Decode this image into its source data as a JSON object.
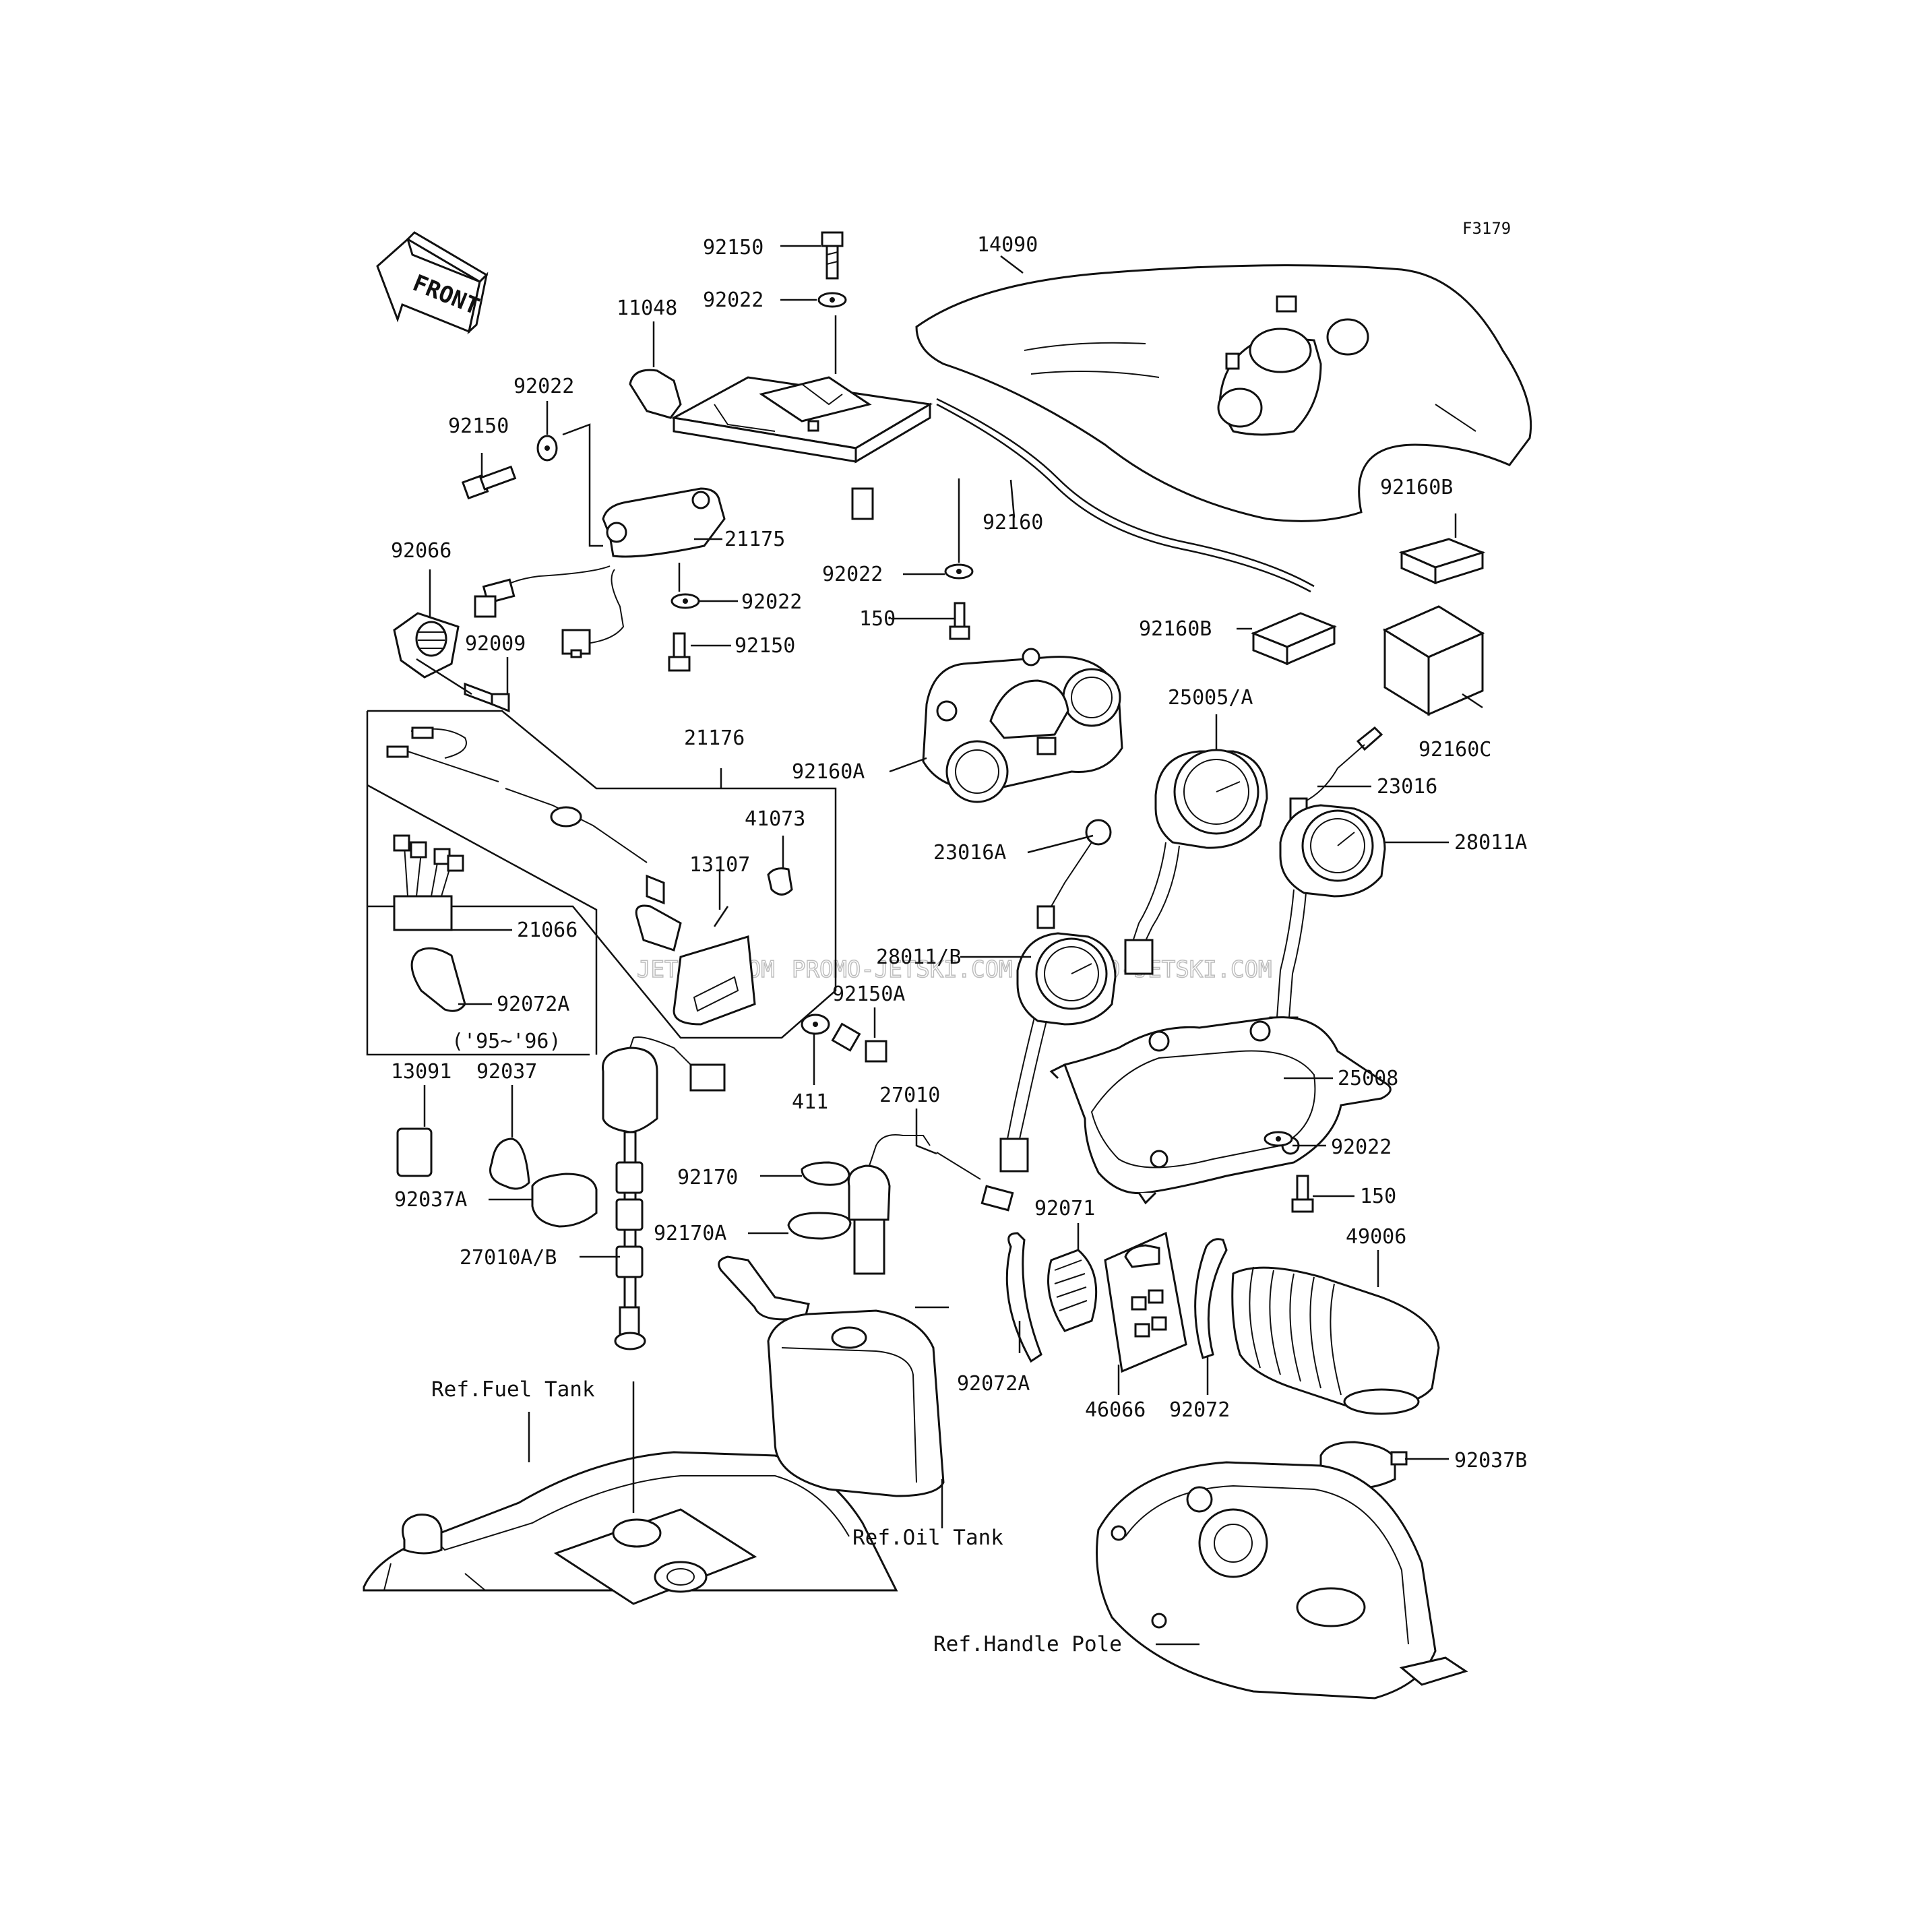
{
  "diagram_code": "F3179",
  "front_arrow": {
    "text": "FRONT",
    "icon": "front-arrow-icon"
  },
  "parts": {
    "p92150_top": "92150",
    "p92022_top": "92022",
    "p14090": "14090",
    "p11048": "11048",
    "p92022_left": "92022",
    "p92150_left": "92150",
    "p21175": "21175",
    "p92022_mid": "92022",
    "p92066": "92066",
    "p92009": "92009",
    "p92150_mid": "92150",
    "p92160": "92160",
    "p92022_right": "92022",
    "p150_top": "150",
    "p92160B_top": "92160B",
    "p92160B_mid": "92160B",
    "p92160C": "92160C",
    "p21176": "21176",
    "p92160A": "92160A",
    "p25005A": "25005/A",
    "p23016": "23016",
    "p41073": "41073",
    "p13107": "13107",
    "p23016A": "23016A",
    "p28011A": "28011A",
    "p21066": "21066",
    "p28011B": "28011/B",
    "p92072A_left": "92072A",
    "p92150A": "92150A",
    "p95_96": "('95~'96)",
    "p25008": "25008",
    "p13091": "13091",
    "p92037": "92037",
    "p411": "411",
    "p27010": "27010",
    "p92022_low": "92022",
    "p92170": "92170",
    "p150_low": "150",
    "p92037A": "92037A",
    "p92071": "92071",
    "p92170A": "92170A",
    "p49006": "49006",
    "p27010AB": "27010A/B",
    "p92072A_right": "92072A",
    "p46066": "46066",
    "p92072": "92072",
    "p92037B": "92037B"
  },
  "refs": {
    "fuel_tank": "Ref.Fuel Tank",
    "oil_tank": "Ref.Oil Tank",
    "handle_pole": "Ref.Handle Pole"
  },
  "watermark": {
    "w1": "JETSKI.COM",
    "w2": "PROMO-JETSKI.COM",
    "w3": "PROMO-JETSKI.COM"
  }
}
